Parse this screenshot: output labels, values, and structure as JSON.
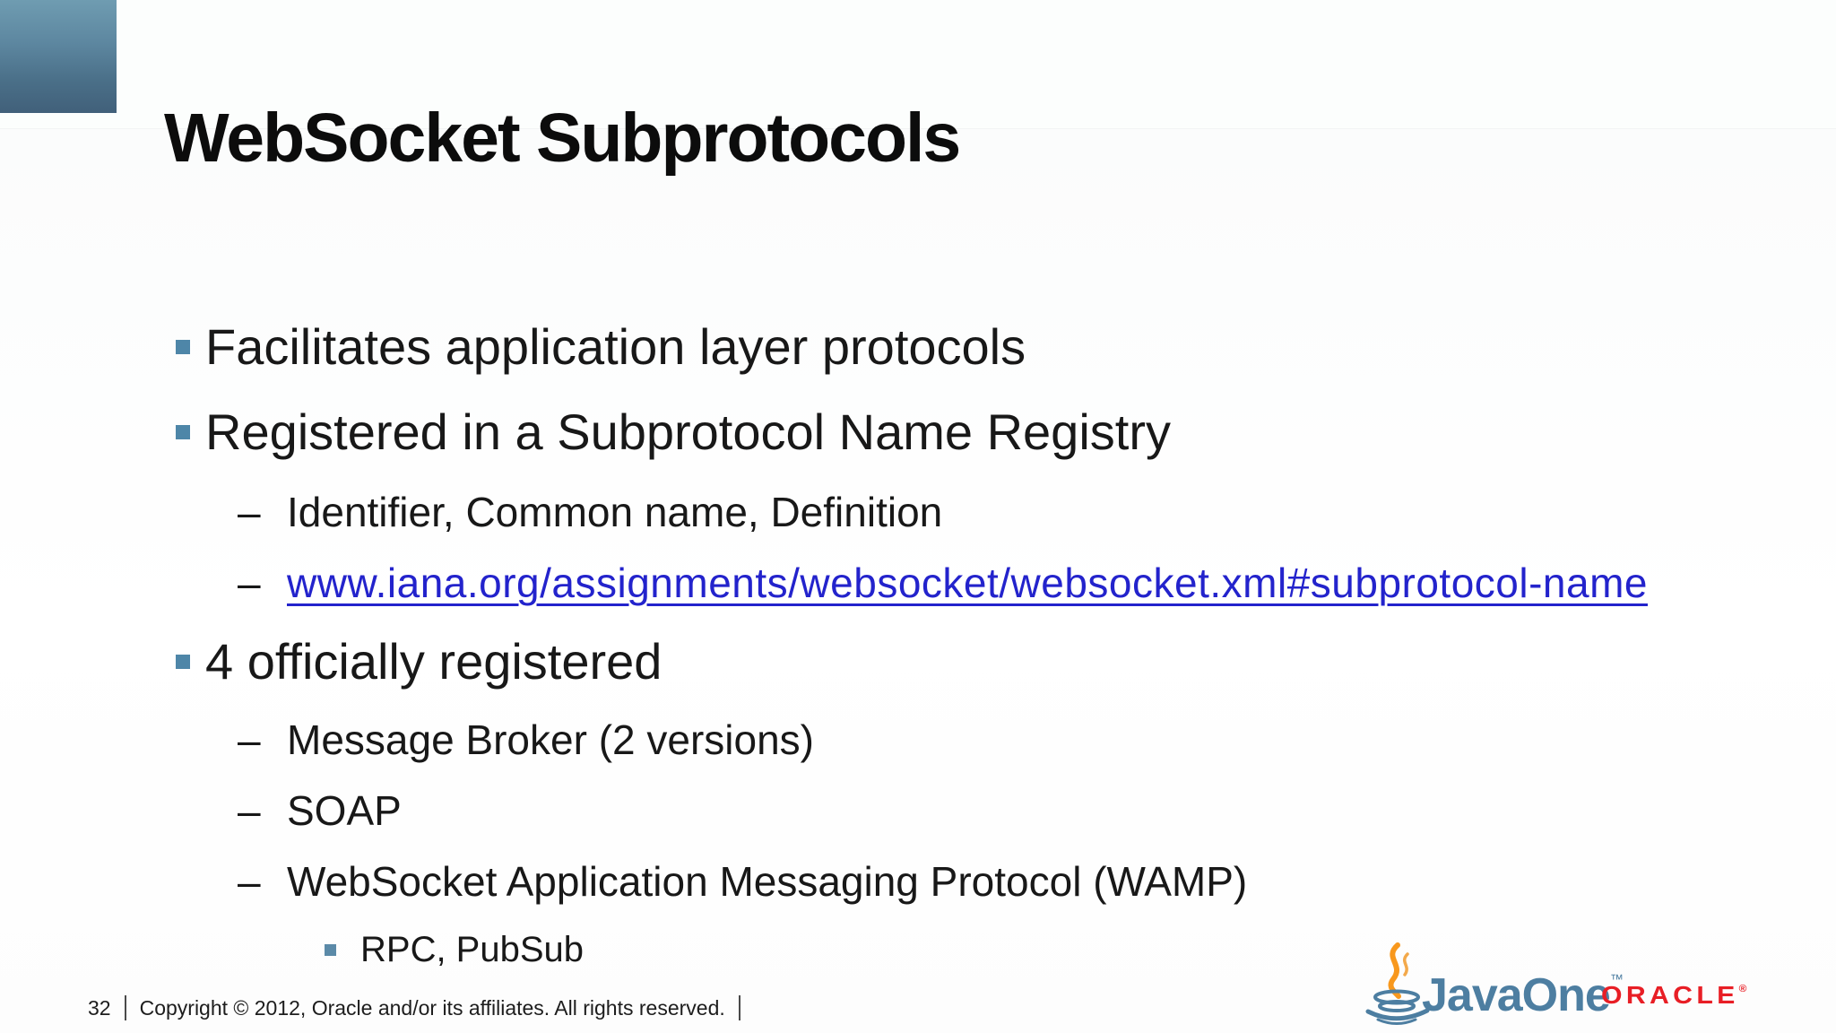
{
  "slide": {
    "title": "WebSocket Subprotocols",
    "bullets": [
      {
        "level": 1,
        "text": "Facilitates application layer protocols"
      },
      {
        "level": 1,
        "text": "Registered in a Subprotocol Name Registry"
      },
      {
        "level": 2,
        "text": "Identifier, Common name, Definition"
      },
      {
        "level": 2,
        "text": "www.iana.org/assignments/websocket/websocket.xml#subprotocol-name",
        "is_link": true
      },
      {
        "level": 1,
        "text": "4 officially registered"
      },
      {
        "level": 2,
        "text": "Message Broker (2 versions)"
      },
      {
        "level": 2,
        "text": "SOAP"
      },
      {
        "level": 2,
        "text": "WebSocket Application Messaging Protocol (WAMP)"
      },
      {
        "level": 3,
        "text": "RPC, PubSub"
      }
    ],
    "markers": {
      "dash": "–"
    },
    "footer": {
      "page_number": "32",
      "copyright": "Copyright © 2012, Oracle and/or its affiliates. All rights reserved."
    },
    "logos": {
      "javaone_text": "JavaOne",
      "javaone_tm": "™",
      "oracle_text": "ORACLE",
      "oracle_reg": "®"
    },
    "colors": {
      "bullet_square": "#4e86a8",
      "sub_bullet_square": "#5b8aa8",
      "link_blue": "#2323cc",
      "javaone_blue": "#4d7ea1",
      "steam_orange": "#f8981d",
      "oracle_red": "#e81e25",
      "corner_gradient_top": "#6f9cb1",
      "corner_gradient_bottom": "#41607a"
    }
  }
}
